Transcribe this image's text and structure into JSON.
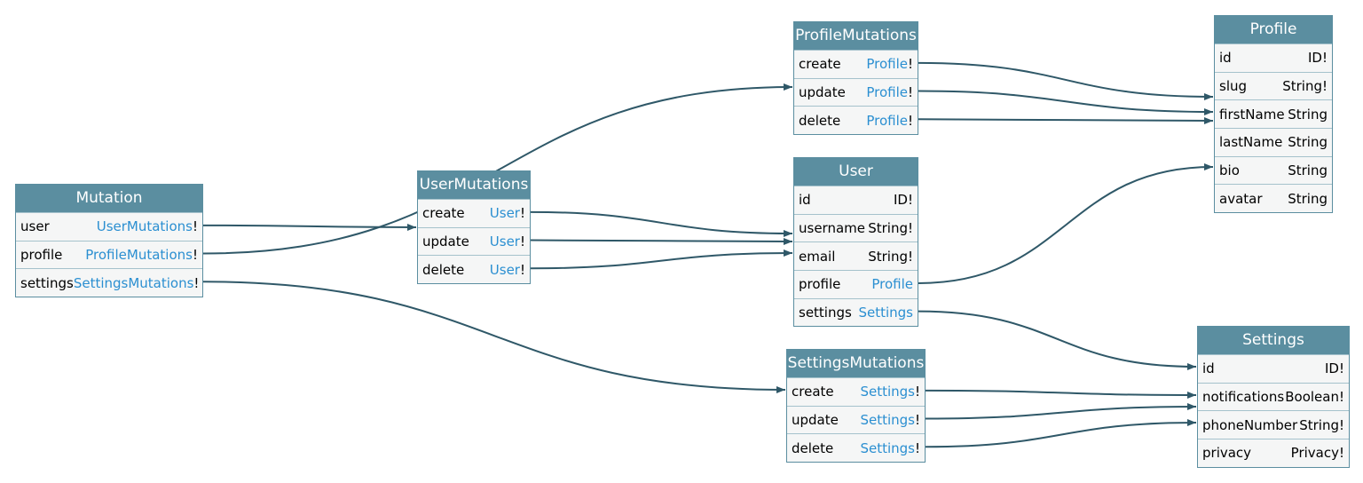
{
  "colors": {
    "header_bg": "#5b8ea0",
    "header_text": "#ffffff",
    "row_bg": "#f5f6f6",
    "border": "#5b8ea0",
    "edge": "#2f5868",
    "type_link": "#2b8fd1"
  },
  "nodes": [
    {
      "id": "Mutation",
      "title": "Mutation",
      "fields": [
        {
          "name": "user",
          "type": "UserMutations",
          "bang": "!",
          "linked": true
        },
        {
          "name": "profile",
          "type": "ProfileMutations",
          "bang": "!",
          "linked": true
        },
        {
          "name": "settings",
          "type": "SettingsMutations",
          "bang": "!",
          "linked": true
        }
      ]
    },
    {
      "id": "UserMutations",
      "title": "UserMutations",
      "fields": [
        {
          "name": "create",
          "type": "User",
          "bang": "!",
          "linked": true
        },
        {
          "name": "update",
          "type": "User",
          "bang": "!",
          "linked": true
        },
        {
          "name": "delete",
          "type": "User",
          "bang": "!",
          "linked": true
        }
      ]
    },
    {
      "id": "ProfileMutations",
      "title": "ProfileMutations",
      "fields": [
        {
          "name": "create",
          "type": "Profile",
          "bang": "!",
          "linked": true
        },
        {
          "name": "update",
          "type": "Profile",
          "bang": "!",
          "linked": true
        },
        {
          "name": "delete",
          "type": "Profile",
          "bang": "!",
          "linked": true
        }
      ]
    },
    {
      "id": "User",
      "title": "User",
      "fields": [
        {
          "name": "id",
          "type": "ID!",
          "bang": "",
          "linked": false
        },
        {
          "name": "username",
          "type": "String!",
          "bang": "",
          "linked": false
        },
        {
          "name": "email",
          "type": "String!",
          "bang": "",
          "linked": false
        },
        {
          "name": "profile",
          "type": "Profile",
          "bang": "",
          "linked": true
        },
        {
          "name": "settings",
          "type": "Settings",
          "bang": "",
          "linked": true
        }
      ]
    },
    {
      "id": "SettingsMutations",
      "title": "SettingsMutations",
      "fields": [
        {
          "name": "create",
          "type": "Settings",
          "bang": "!",
          "linked": true
        },
        {
          "name": "update",
          "type": "Settings",
          "bang": "!",
          "linked": true
        },
        {
          "name": "delete",
          "type": "Settings",
          "bang": "!",
          "linked": true
        }
      ]
    },
    {
      "id": "Profile",
      "title": "Profile",
      "fields": [
        {
          "name": "id",
          "type": "ID!",
          "bang": "",
          "linked": false
        },
        {
          "name": "slug",
          "type": "String!",
          "bang": "",
          "linked": false
        },
        {
          "name": "firstName",
          "type": "String",
          "bang": "",
          "linked": false
        },
        {
          "name": "lastName",
          "type": "String",
          "bang": "",
          "linked": false
        },
        {
          "name": "bio",
          "type": "String",
          "bang": "",
          "linked": false
        },
        {
          "name": "avatar",
          "type": "String",
          "bang": "",
          "linked": false
        }
      ]
    },
    {
      "id": "Settings",
      "title": "Settings",
      "fields": [
        {
          "name": "id",
          "type": "ID!",
          "bang": "",
          "linked": false
        },
        {
          "name": "notifications",
          "type": "Boolean!",
          "bang": "",
          "linked": false
        },
        {
          "name": "phoneNumber",
          "type": "String!",
          "bang": "",
          "linked": false
        },
        {
          "name": "privacy",
          "type": "Privacy!",
          "bang": "",
          "linked": false
        }
      ]
    }
  ],
  "edges": [
    {
      "from": "Mutation.user",
      "to": "UserMutations"
    },
    {
      "from": "Mutation.profile",
      "to": "ProfileMutations"
    },
    {
      "from": "Mutation.settings",
      "to": "SettingsMutations"
    },
    {
      "from": "UserMutations.create",
      "to": "User"
    },
    {
      "from": "UserMutations.update",
      "to": "User"
    },
    {
      "from": "UserMutations.delete",
      "to": "User"
    },
    {
      "from": "ProfileMutations.create",
      "to": "Profile"
    },
    {
      "from": "ProfileMutations.update",
      "to": "Profile"
    },
    {
      "from": "ProfileMutations.delete",
      "to": "Profile"
    },
    {
      "from": "User.profile",
      "to": "Profile"
    },
    {
      "from": "User.settings",
      "to": "Settings"
    },
    {
      "from": "SettingsMutations.create",
      "to": "Settings"
    },
    {
      "from": "SettingsMutations.update",
      "to": "Settings"
    },
    {
      "from": "SettingsMutations.delete",
      "to": "Settings"
    }
  ]
}
